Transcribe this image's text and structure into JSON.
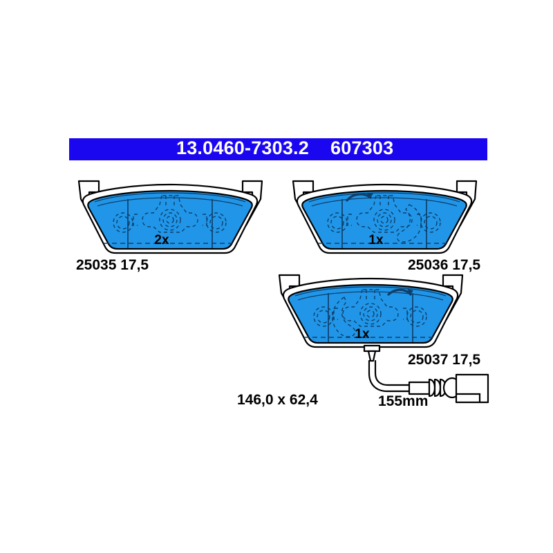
{
  "header": {
    "part_number": "13.0460-7303.2",
    "wva_number": "607303",
    "bar_color": "#1a07f0",
    "text_color": "#ffffff"
  },
  "product": {
    "type": "brake-pad-set",
    "pad_fill_color": "#2196e8",
    "outline_color": "#000000",
    "dimensions_label": "146,0 x 62,4",
    "sensor_length_label": "155mm"
  },
  "pads": [
    {
      "id": "pad-left",
      "code": "25035",
      "thickness": "17,5",
      "label": "25035 17,5",
      "quantity": "2x",
      "has_sensor": false,
      "orientation": "left"
    },
    {
      "id": "pad-right",
      "code": "25036",
      "thickness": "17,5",
      "label": "25036 17,5",
      "quantity": "1x",
      "has_sensor": false,
      "orientation": "right"
    },
    {
      "id": "pad-sensor",
      "code": "25037",
      "thickness": "17,5",
      "label": "25037 17,5",
      "quantity": "1x",
      "has_sensor": true,
      "orientation": "right"
    }
  ]
}
